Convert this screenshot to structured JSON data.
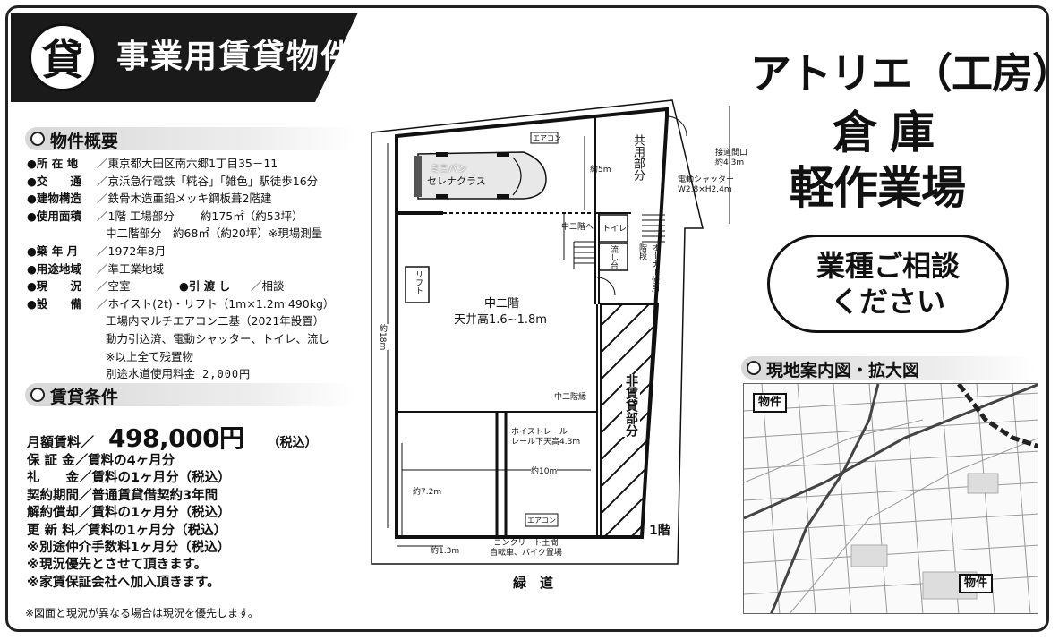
{
  "banner": {
    "badge": "貸",
    "title": "事業用賃貸物件"
  },
  "overview": {
    "heading": "物件概要",
    "rows": [
      {
        "k": "●所 在 地",
        "v": "／東京都大田区南六郷1丁目35－11"
      },
      {
        "k": "●交　　通",
        "v": "／京浜急行電鉄「糀谷」「雑色」駅徒歩16分"
      },
      {
        "k": "●建物構造",
        "v": "／鉄骨木造亜鉛メッキ鋼板葺2階建"
      },
      {
        "k": "●使用面積",
        "v": "／1階 工場部分　　 約175㎡（約53坪）"
      },
      {
        "k": "",
        "v": "中二階部分　約68㎡（約20坪）※現場測量"
      },
      {
        "k": "●築 年 月",
        "v": "／1972年8月"
      },
      {
        "k": "●用途地域",
        "v": "／準工業地域"
      },
      {
        "k": "●現　　況",
        "v": "／空室",
        "k2": "●引 渡 し",
        "v2": "／相談"
      },
      {
        "k": "●設　　備",
        "v": "／ホイスト(2t)・リフト（1m×1.2m 490kg）"
      },
      {
        "k": "",
        "v": "工場内マルチエアコン二基（2021年設置）"
      },
      {
        "k": "",
        "v": "動力引込済、電動シャッター、トイレ、流し"
      },
      {
        "k": "",
        "v": "※以上全て残置物"
      },
      {
        "k": "",
        "v": "別途水道使用料金",
        "mono": "2,000円"
      }
    ]
  },
  "rent": {
    "heading": "賃貸条件",
    "monthly_label": "月額賃料／",
    "monthly_value": "498,000円",
    "tax": "（税込）",
    "rows": [
      "保 証 金／賃料の4ヶ月分",
      "礼　　金／賃料の1ヶ月分（税込）",
      "契約期間／普通賃貸借契約3年間",
      "解約償却／賃料の1ヶ月分（税込）",
      "更 新 料／賃料の1ヶ月分（税込）",
      "※別途仲介手数料1ヶ月分（税込）",
      "※現況優先とさせて頂きます。",
      "※家賃保証会社へ加入頂きます。"
    ],
    "footnote": "※図面と現況が異なる場合は現況を優先します。"
  },
  "plan": {
    "aircon_top": "エアコン",
    "van_line1": "ミニバン",
    "van_line2": "セレナクラス",
    "shared": "共用部分",
    "approx5m": "約5m",
    "shutter": "電動シャッター\nW2.8×H2.4m",
    "frontage": "接道間口\n約4.3m",
    "to_mezz": "中二階へ",
    "toilet": "トイレ",
    "sink": "流し台",
    "stairs": "階段",
    "owner_use": "オーナー使用",
    "lift": "リフト",
    "mezz": "中二階",
    "ceiling": "天井高1.6~1.8m",
    "approx18m": "約18m",
    "mezz_edge": "中二階縁",
    "non_lease": "非賃貸部分",
    "hoist": "ホイストレール\nレール下天高4.3m",
    "approx10m": "約10m",
    "approx7_2m": "約7.2m",
    "aircon_bottom": "エアコン",
    "floor1": "1階",
    "approx1_3m": "約1.3m",
    "concrete": "コンクリート土間\n自転車、バイク置場",
    "road": "緑　道"
  },
  "titles": {
    "line1": "アトリエ（工房）",
    "line2": "倉庫",
    "line3": "軽作業場",
    "consult1": "業種ご相談",
    "consult2": "ください"
  },
  "map": {
    "heading": "現地案内図・拡大図",
    "pin1": "物件",
    "pin2": "物件"
  }
}
